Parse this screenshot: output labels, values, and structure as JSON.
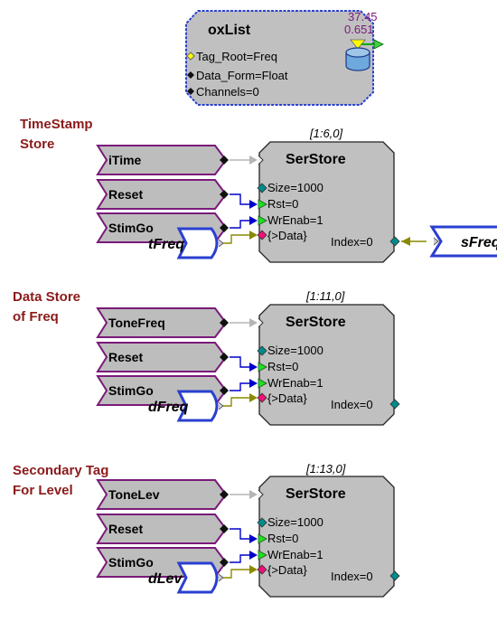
{
  "oxlist": {
    "title": "oxList",
    "corner_line1": "37.45",
    "corner_line2": "0.651",
    "params": [
      "Tag_Root=Freq",
      "Data_Form=Float",
      "Channels=0"
    ]
  },
  "sections": [
    {
      "note_lines": [
        "TimeStamp",
        "Store"
      ],
      "coord": "[1:6,0]",
      "inputs": [
        "iTime",
        "Reset",
        "StimGo"
      ],
      "data_tag": "tFreq",
      "store": {
        "title": "SerStore",
        "size": "Size=1000",
        "rst": "Rst=0",
        "wrenab": "WrEnab=1",
        "index": "Index=0",
        "data": "{>Data}"
      },
      "index_tag": "sFreq"
    },
    {
      "note_lines": [
        "Data Store",
        "of Freq"
      ],
      "coord": "[1:11,0]",
      "inputs": [
        "ToneFreq",
        "Reset",
        "StimGo"
      ],
      "data_tag": "dFreq",
      "store": {
        "title": "SerStore",
        "size": "Size=1000",
        "rst": "Rst=0",
        "wrenab": "WrEnab=1",
        "index": "Index=0",
        "data": "{>Data}"
      }
    },
    {
      "note_lines": [
        "Secondary Tag",
        "For Level"
      ],
      "coord": "[1:13,0]",
      "inputs": [
        "ToneLev",
        "Reset",
        "StimGo"
      ],
      "data_tag": "dLev",
      "store": {
        "title": "SerStore",
        "size": "Size=1000",
        "rst": "Rst=0",
        "wrenab": "WrEnab=1",
        "index": "Index=0",
        "data": "{>Data}"
      }
    }
  ],
  "colors": {
    "tag_fill": "#bdbdbd",
    "tag_border": "#7a1a7a",
    "tag_out_border": "#2a3fd0",
    "block_fill": "#c0c0c0",
    "wire_gray": "#b5b5b5",
    "wire_blue": "#0000cc",
    "wire_olive": "#8a8a00",
    "note_red": "#8b1a1a",
    "port_teal": "#008b8b",
    "port_green": "#22dd22",
    "port_pink": "#ee1177",
    "port_yellow": "#ffff00"
  }
}
